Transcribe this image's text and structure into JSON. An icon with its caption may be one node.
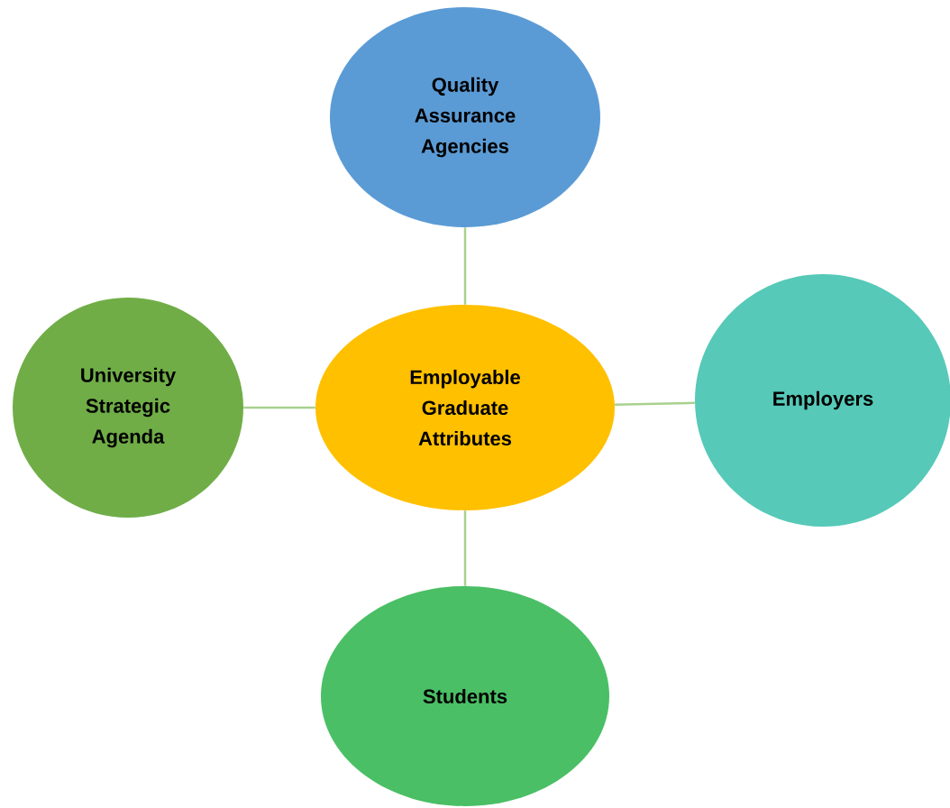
{
  "diagram": {
    "nodes": [
      {
        "text": [
          "Quality Assurance Agencies"
        ]
      },
      {
        "text": [
          "University Strategic Agenda"
        ]
      },
      {
        "text": [
          "Employable Graduate Attributes"
        ]
      },
      {
        "text": [
          "Employers"
        ]
      },
      {
        "text": [
          "Students"
        ]
      }
    ],
    "edges": [
      {
        "from": 2,
        "to": 0,
        "arrow": "none"
      },
      {
        "from": 2,
        "to": 1,
        "arrow": "none"
      },
      {
        "from": 2,
        "to": 3,
        "arrow": "none"
      },
      {
        "from": 2,
        "to": 4,
        "arrow": "none"
      }
    ]
  }
}
